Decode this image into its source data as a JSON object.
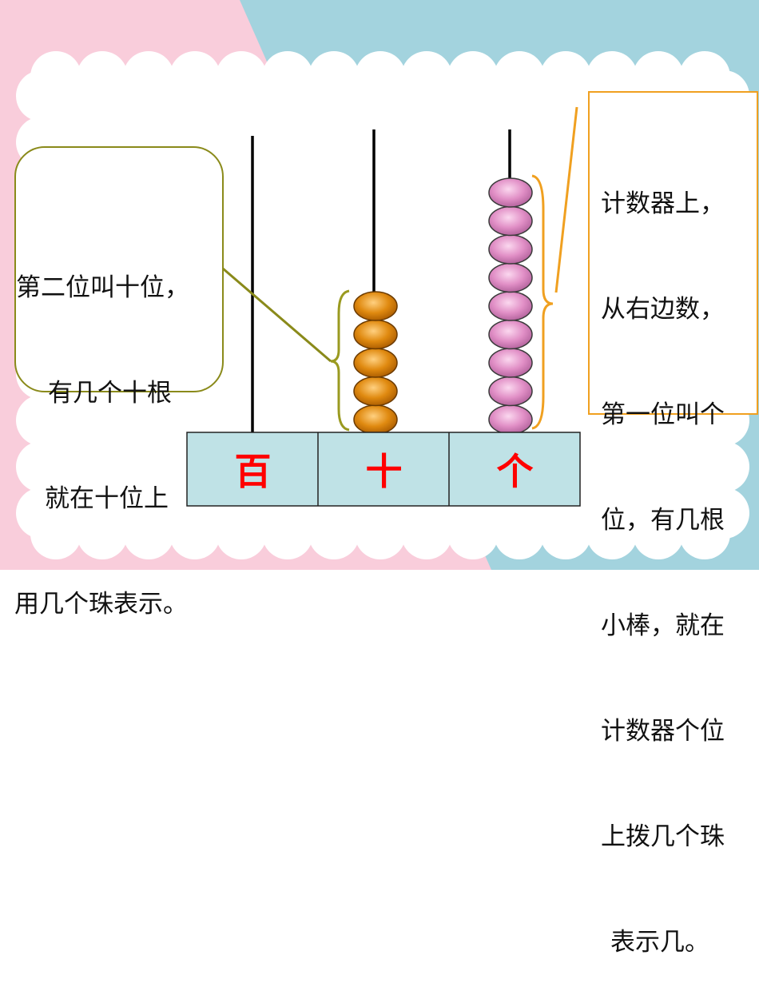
{
  "colors": {
    "pink_bg": "#f9cddb",
    "blue_bg": "#a3d3de",
    "panel": "#ffffff",
    "table_fill": "#bfe2e6",
    "label_red": "#ff0000",
    "tens_bead": "#e08a10",
    "ones_bead": "#e18fc6",
    "left_callout_border": "#8a8a1a",
    "right_callout_border": "#f0a020"
  },
  "left_callout": {
    "lines": [
      "第二位叫十位，",
      "有几个十根",
      "就在十位上",
      "用几个珠表示。"
    ]
  },
  "right_callout": {
    "lines": [
      "计数器上，",
      "从右边数，",
      "第一位叫个",
      "位，有几根",
      "小棒，就在",
      "计数器个位",
      "上拨几个珠",
      "表示几。"
    ]
  },
  "place_labels": [
    "百",
    "十",
    "个"
  ],
  "abacus": {
    "hundreds_beads": 0,
    "tens_beads": 5,
    "ones_beads": 9
  }
}
